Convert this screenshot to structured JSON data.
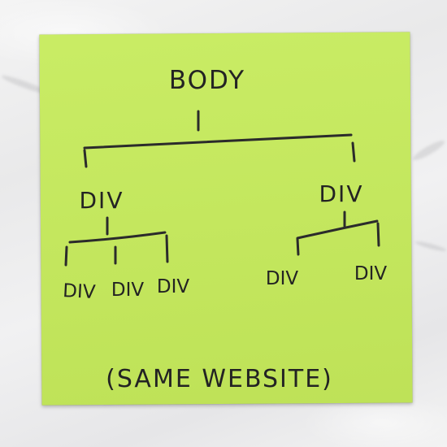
{
  "note": {
    "color": "#c6eb5b",
    "ink_color": "#232323",
    "caption": "(SAME WEBSITE)"
  },
  "tree": {
    "root": "BODY",
    "level1": [
      "DIV",
      "DIV"
    ],
    "level2_left": [
      "DIV",
      "DIV",
      "DIV"
    ],
    "level2_right": [
      "DIV",
      "DIV"
    ]
  }
}
